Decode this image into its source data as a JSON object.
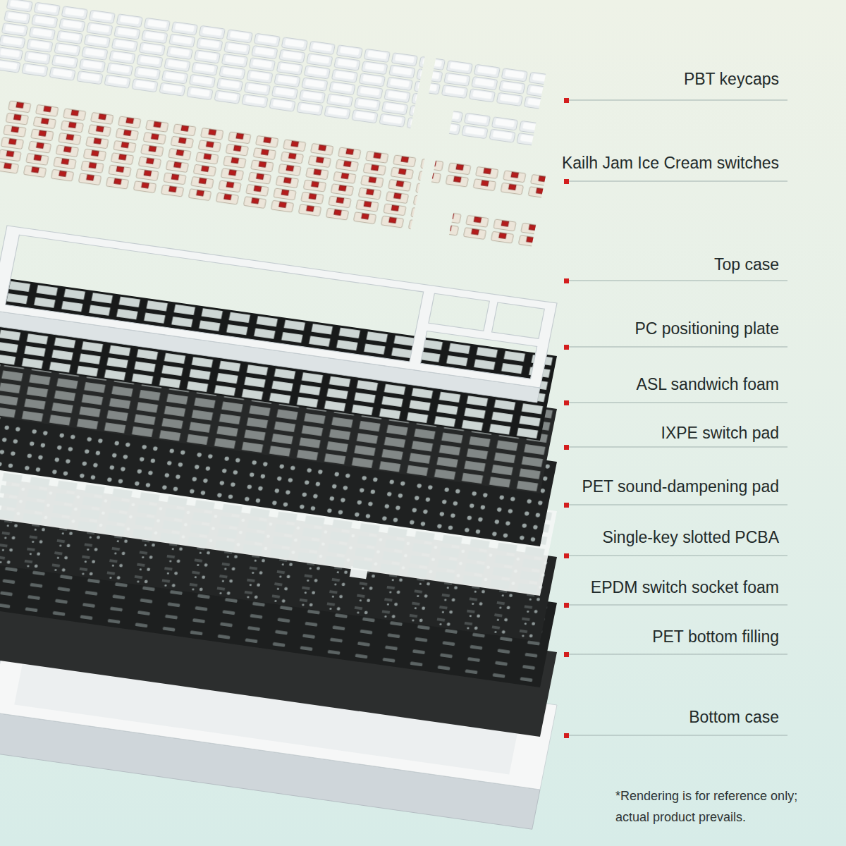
{
  "diagram": {
    "labels": [
      "PBT keycaps",
      "Kailh Jam Ice Cream switches",
      "Top case",
      "PC positioning plate",
      "ASL sandwich foam",
      "IXPE switch pad",
      "PET sound-dampening pad",
      "Single-key slotted PCBA",
      "EPDM switch socket foam",
      "PET bottom filling",
      "Bottom case",
      "*Rendering is for reference only; actual product prevails."
    ]
  }
}
